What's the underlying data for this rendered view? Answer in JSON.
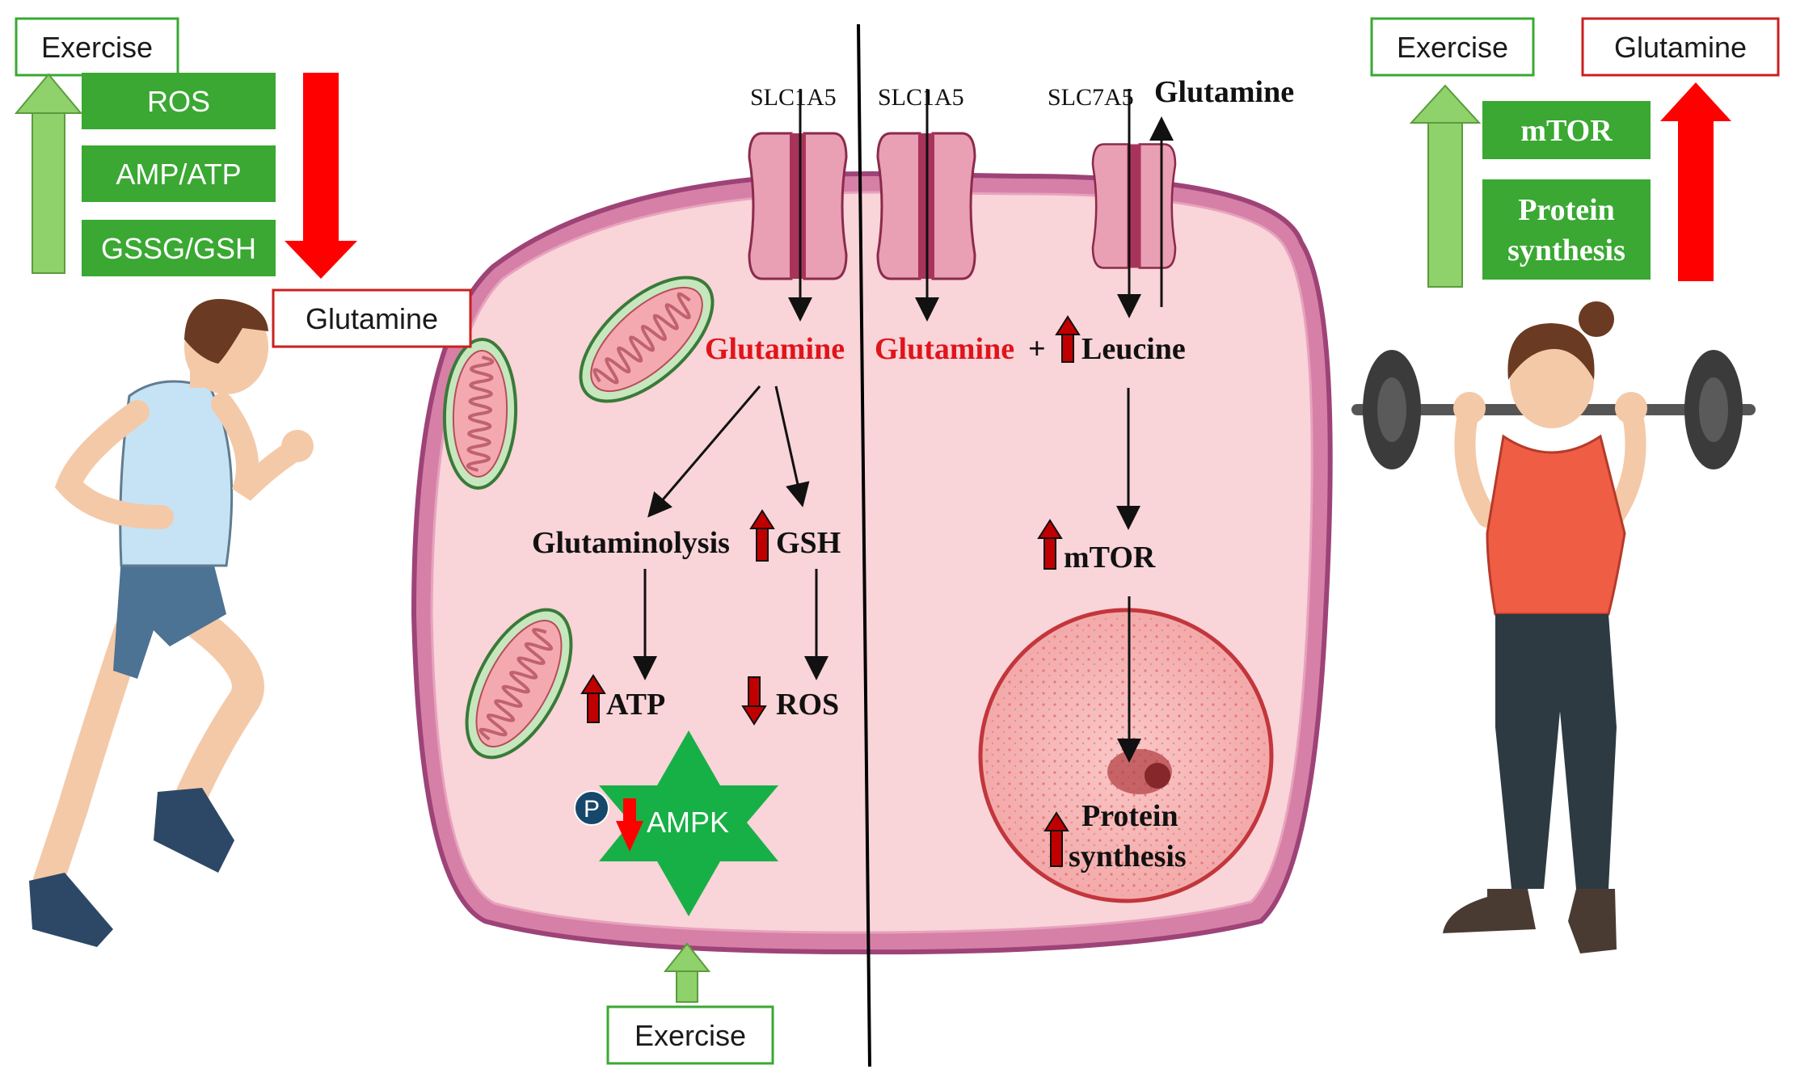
{
  "left_panel": {
    "exercise_label": "Exercise",
    "markers": [
      "ROS",
      "AMP/ATP",
      "GSSG/GSH"
    ],
    "glutamine_label": "Glutamine"
  },
  "right_panel": {
    "exercise_label": "Exercise",
    "glutamine_label": "Glutamine",
    "markers": [
      "mTOR",
      "Protein",
      "synthesis"
    ]
  },
  "cell_left": {
    "transporter": "SLC1A5",
    "glutamine": "Glutamine",
    "glutaminolysis": "Glutaminolysis",
    "gsh": "GSH",
    "atp": "ATP",
    "ros": "ROS",
    "phospho": "P",
    "ampk": "AMPK",
    "bottom_exercise": "Exercise"
  },
  "cell_right": {
    "transporter_1": "SLC1A5",
    "transporter_2": "SLC7A5",
    "efflux_glutamine": "Glutamine",
    "glutamine": "Glutamine",
    "plus": "+",
    "leucine": "Leucine",
    "mtor": "mTOR",
    "protein_line1": "Protein",
    "protein_line2": "synthesis"
  },
  "colors": {
    "green_box": "#3aa832",
    "light_green_arrow": "#8fd16a",
    "red": "#ff0000",
    "cell_fill": "#f9d4d8",
    "membrane": "#c06a90",
    "ampk_star": "#17b046"
  }
}
